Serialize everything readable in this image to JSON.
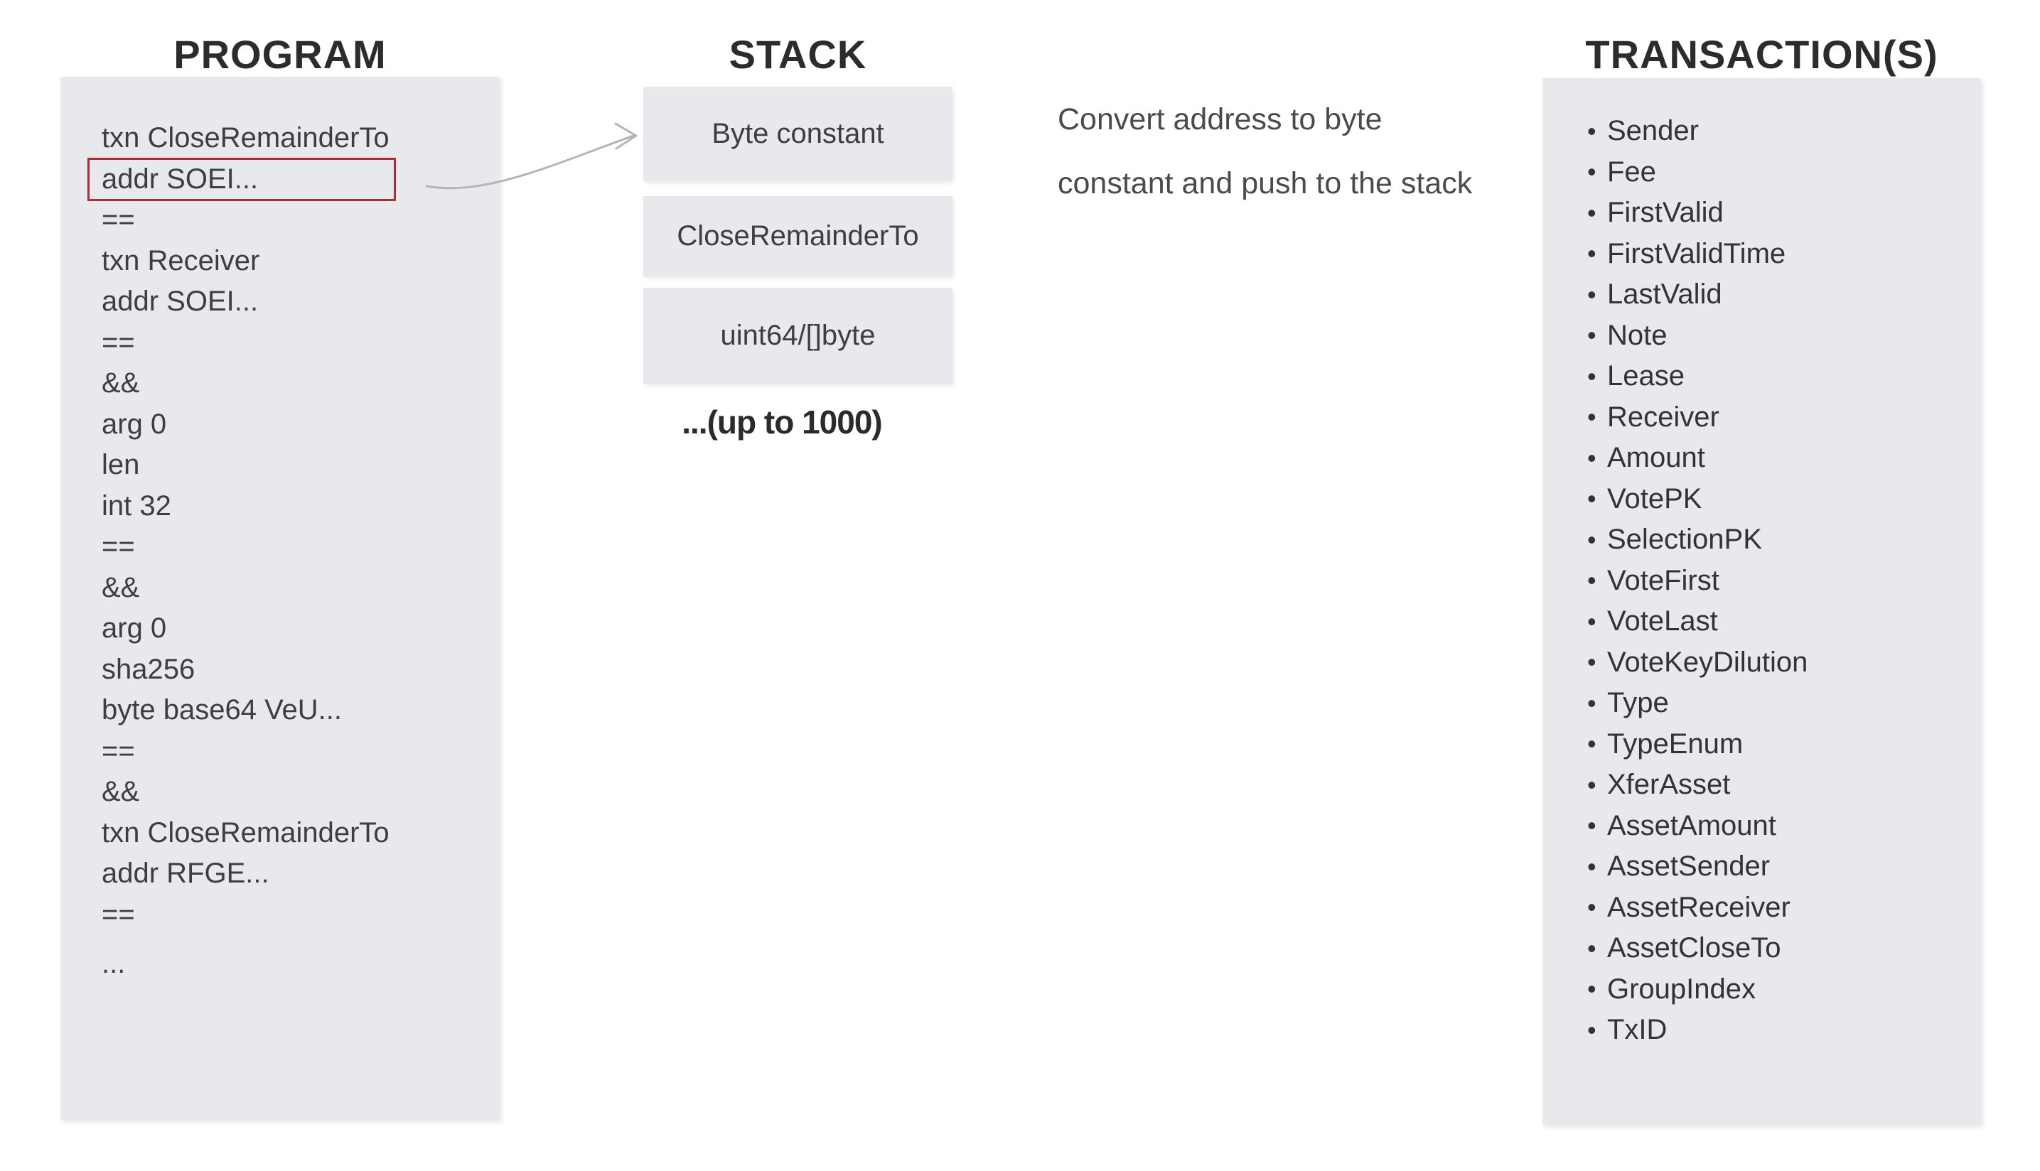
{
  "program": {
    "title": "PROGRAM",
    "lines": [
      "txn CloseRemainderTo",
      "addr SOEI...",
      "==",
      "txn Receiver",
      "addr SOEI...",
      "==",
      "&&",
      "arg 0",
      "len",
      "int 32",
      "==",
      "&&",
      "arg 0",
      "sha256",
      "byte base64 VeU...",
      "==",
      "&&",
      "txn CloseRemainderTo",
      "addr RFGE...",
      "==",
      "..."
    ],
    "highlighted_line": "addr SOEI...",
    "highlighted_line_index": 1
  },
  "stack": {
    "title": "STACK",
    "boxes": [
      "Byte constant",
      "CloseRemainderTo",
      "uint64/[]byte"
    ],
    "note": "...(up to 1000)"
  },
  "annotation": {
    "line1": "Convert address to byte",
    "line2": "constant and push to the stack"
  },
  "transactions": {
    "title": "TRANSACTION(S)",
    "bullet": "•",
    "items": [
      "Sender",
      "Fee",
      "FirstValid",
      "FirstValidTime",
      "LastValid",
      "Note",
      "Lease",
      "Receiver",
      "Amount",
      "VotePK",
      "SelectionPK",
      "VoteFirst",
      "VoteLast",
      "VoteKeyDilution",
      "Type",
      "TypeEnum",
      "XferAsset",
      "AssetAmount",
      "AssetSender",
      "AssetReceiver",
      "AssetCloseTo",
      "GroupIndex",
      "TxID"
    ]
  },
  "colors": {
    "box-bg": "#e8e9ec",
    "highlight-border": "#ae2c34",
    "arrow": "#b4b5b8",
    "title-text": "#2c2c2e",
    "code-text": "#3e3e41",
    "list-text": "#333336",
    "annotation-text": "#4b4b4e",
    "note-text": "#2b2b2d",
    "page-bg": "#ffffff"
  }
}
